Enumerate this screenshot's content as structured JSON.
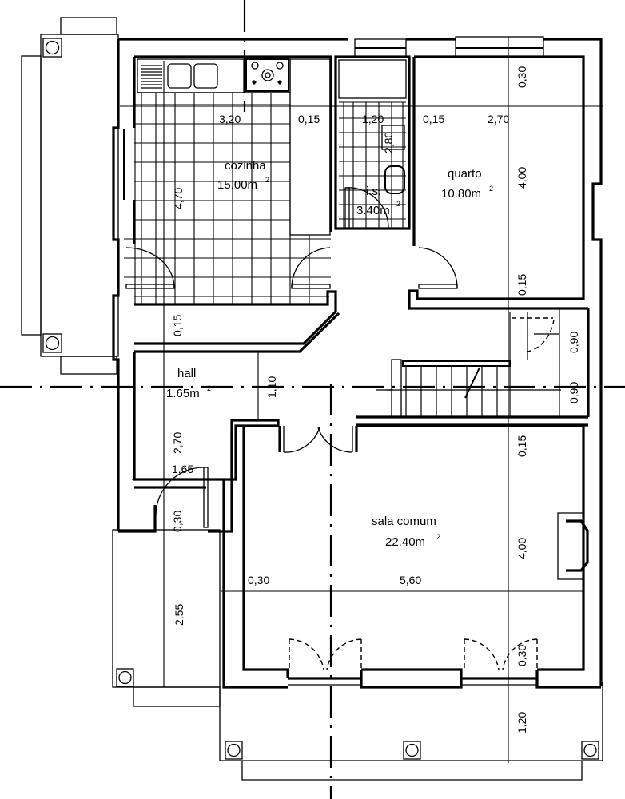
{
  "drawing": {
    "type": "floor plan",
    "rooms": [
      {
        "id": "cozinha",
        "name": "cozinha",
        "area": "15.00m",
        "area_sup": "2"
      },
      {
        "id": "is",
        "name": "i.s.",
        "area": "3.40m",
        "area_sup": "2"
      },
      {
        "id": "quarto",
        "name": "quarto",
        "area": "10.80m",
        "area_sup": "2"
      },
      {
        "id": "hall",
        "name": "hall",
        "area": "1.65m",
        "area_sup": "2"
      },
      {
        "id": "sala",
        "name": "sala comum",
        "area": "22.40m",
        "area_sup": "2"
      }
    ],
    "dimensions": {
      "kitchen_width": "3,20",
      "kitchen_wall": "0,15",
      "bath_width": "1,20",
      "bath_length": "2,80",
      "quarto_wall": "0,15",
      "quarto_width": "2,70",
      "quarto_top_wall": "0,30",
      "quarto_length": "4,00",
      "quarto_bottom_wall": "0,15",
      "kitchen_length": "4,70",
      "kitchen_bottom_wall": "0,15",
      "hall_corridor": "1,10",
      "hall_length": "2,70",
      "hall_width": "1,65",
      "entry_wall": "0,30",
      "entry_porch": "2,55",
      "stair_1": "0,90",
      "stair_2": "0,90",
      "sala_top_wall": "0,15",
      "sala_length": "4,00",
      "sala_left_wall": "0,30",
      "sala_width": "5,60",
      "sala_bottom_wall": "0,30",
      "porch_depth": "1,20"
    }
  }
}
